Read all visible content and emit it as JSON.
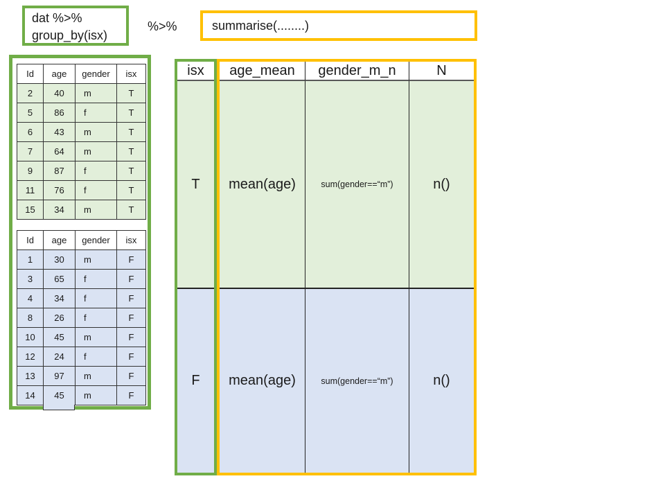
{
  "pipeline": {
    "group_by_box": {
      "line1": "dat %>%",
      "line2": "group_by(isx)"
    },
    "pipe_operator": "%>%",
    "summarise_box": "summarise(........)"
  },
  "grouped_tables": {
    "headers": [
      "Id",
      "age",
      "gender",
      "isx"
    ],
    "group_t": {
      "rows": [
        [
          "2",
          "40",
          "m",
          "T"
        ],
        [
          "5",
          "86",
          "f",
          "T"
        ],
        [
          "6",
          "43",
          "m",
          "T"
        ],
        [
          "7",
          "64",
          "m",
          "T"
        ],
        [
          "9",
          "87",
          "f",
          "T"
        ],
        [
          "11",
          "76",
          "f",
          "T"
        ],
        [
          "15",
          "34",
          "m",
          "T"
        ]
      ]
    },
    "group_f": {
      "rows": [
        [
          "1",
          "30",
          "m",
          "F"
        ],
        [
          "3",
          "65",
          "f",
          "F"
        ],
        [
          "4",
          "34",
          "f",
          "F"
        ],
        [
          "8",
          "26",
          "f",
          "F"
        ],
        [
          "10",
          "45",
          "m",
          "F"
        ],
        [
          "12",
          "24",
          "f",
          "F"
        ],
        [
          "13",
          "97",
          "m",
          "F"
        ],
        [
          "14",
          "45",
          "m",
          "F"
        ]
      ]
    }
  },
  "result_table": {
    "headers": [
      "isx",
      "age_mean",
      "gender_m_n",
      "N"
    ],
    "rows": [
      {
        "isx": "T",
        "age_mean": "mean(age)",
        "gender_m_n": "sum(gender==“m”)",
        "N": "n()"
      },
      {
        "isx": "F",
        "age_mean": "mean(age)",
        "gender_m_n": "sum(gender==“m”)",
        "N": "n()"
      }
    ]
  },
  "colors": {
    "green_border": "#70ad47",
    "gold_border": "#ffc000",
    "green_fill": "#e2efda",
    "blue_fill": "#dae3f3"
  }
}
